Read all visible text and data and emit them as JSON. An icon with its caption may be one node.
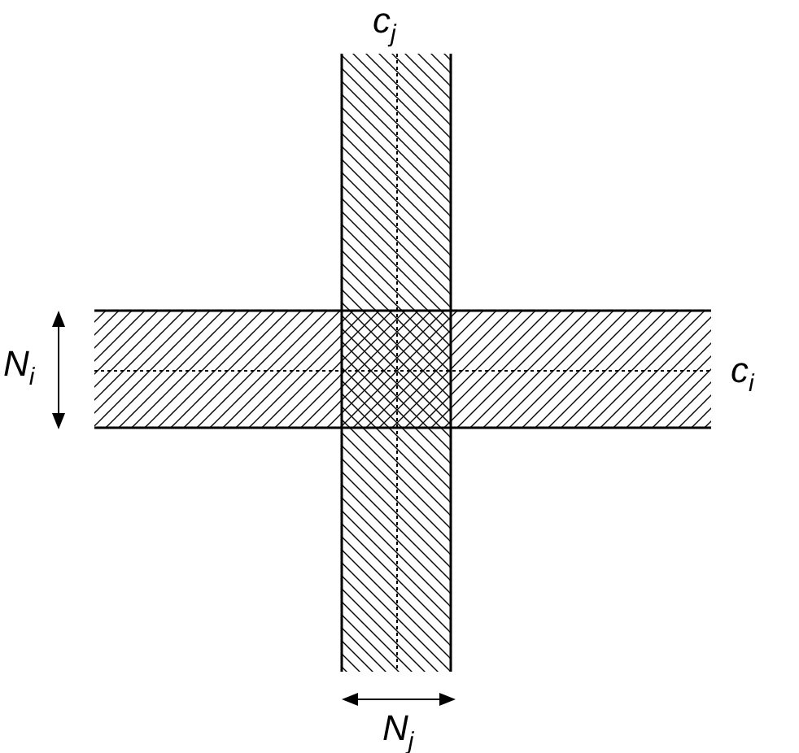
{
  "diagram": {
    "labels": [
      "c$_{j}$",
      "c$_{i}$",
      "N$_{i}$",
      "N$_{j}$"
    ]
  }
}
